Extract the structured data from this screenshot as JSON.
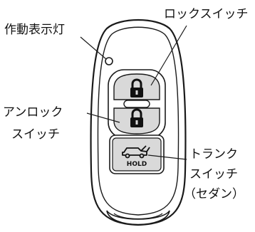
{
  "labels": {
    "indicator": "作動表示灯",
    "lock_switch": "ロックスイッチ",
    "unlock_switch_line1": "アンロック",
    "unlock_switch_line2": "スイッチ",
    "trunk_switch_line1": "トランク",
    "trunk_switch_line2": "スイッチ",
    "trunk_switch_line3": "（セダン）"
  },
  "buttons": {
    "hold_label": "HOLD"
  },
  "icons": {
    "lock": "padlock-closed-icon",
    "unlock": "padlock-open-icon",
    "trunk": "car-trunk-open-icon"
  },
  "colors": {
    "outline": "#1a1a1a",
    "fob_body": "#ffffff",
    "button_face": "#d9d9d9",
    "button_shadow": "#b0b0b0",
    "text": "#111111"
  }
}
